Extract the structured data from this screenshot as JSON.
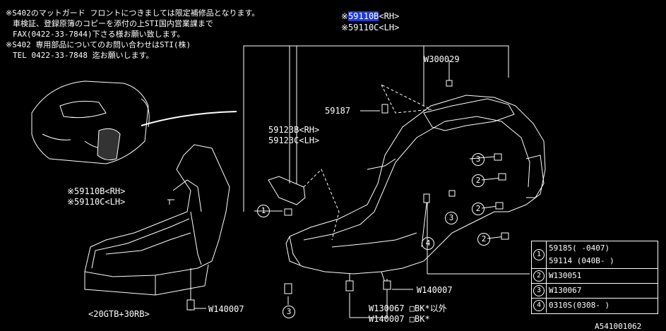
{
  "notes": {
    "line1": "※S402のマットガード フロントにつきましては限定補修品となります。",
    "line2": "車検証、登録原簿のコピーを添付の上STI国内営業課まで",
    "line3": "FAX(0422-33-7844)下さる様お願い致します。",
    "line4": "※S402 専用部品についてのお問い合わせはSTI(株)",
    "line5": "TEL 0422-33-7848 迄お願いします。"
  },
  "labels": {
    "top_rh_code": "59110B",
    "top_rh_suffix": "<RH>",
    "top_rh_prefix": "※",
    "top_lh": "※59110C<LH>",
    "w300029": "W300029",
    "p59187": "59187",
    "p59123b": "59123B<RH>",
    "p59123c": "59123C<LH>",
    "left_rh": "※59110B<RH>",
    "left_lh": "※59110C<LH>",
    "w140007_a": "W140007",
    "w140007_b": "W140007",
    "w130067_bk": "W130067 □BK*以外",
    "w140007_bk": "W140007 □BK*",
    "model": "<20GTB+30RB>",
    "fig_no": "A541001062"
  },
  "callouts": [
    "1",
    "2",
    "3",
    "4"
  ],
  "legend": [
    {
      "num": "1",
      "lines": [
        "59185(   -0407)",
        "59114 (040B-   )"
      ]
    },
    {
      "num": "2",
      "lines": [
        "W130051"
      ]
    },
    {
      "num": "3",
      "lines": [
        "W130067"
      ]
    },
    {
      "num": "4",
      "lines": [
        "0310S(0308-    )"
      ]
    }
  ]
}
